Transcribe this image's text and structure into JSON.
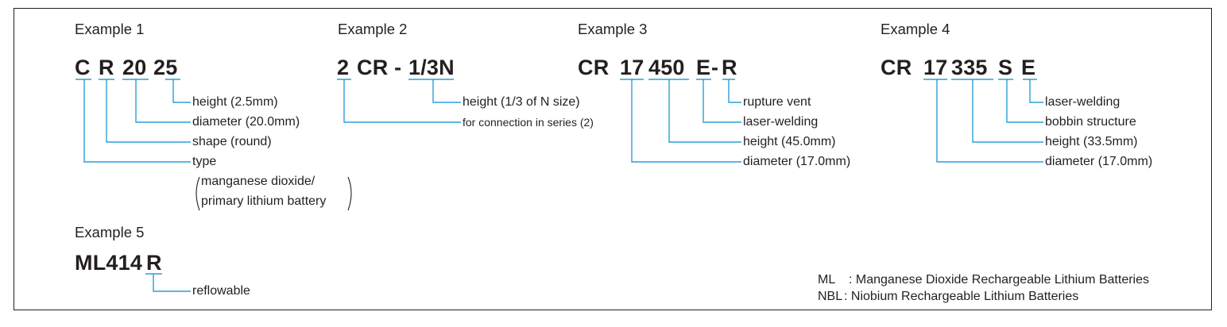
{
  "accent_color": "#2a9fd6",
  "examples": [
    {
      "heading": "Example 1",
      "code_parts": [
        "C",
        "R",
        "20",
        "25"
      ],
      "labels": [
        "height (2.5mm)",
        "diameter (20.0mm)",
        "shape (round)",
        "type"
      ],
      "note_lines": [
        "manganese dioxide/",
        "primary lithium battery"
      ]
    },
    {
      "heading": "Example 2",
      "code_parts": [
        "2",
        "CR -",
        "1/3N"
      ],
      "labels": [
        "height (1/3 of N size)",
        "for connection in series (2)"
      ]
    },
    {
      "heading": "Example 3",
      "code_parts": [
        "CR",
        "17",
        "450",
        "E",
        "-",
        "R"
      ],
      "labels": [
        "rupture vent",
        "laser-welding",
        "height (45.0mm)",
        "diameter (17.0mm)"
      ]
    },
    {
      "heading": "Example 4",
      "code_parts": [
        "CR",
        "17",
        "335",
        "S",
        "E"
      ],
      "labels": [
        "laser-welding",
        "bobbin structure",
        "height (33.5mm)",
        "diameter (17.0mm)"
      ]
    },
    {
      "heading": "Example 5",
      "code_parts": [
        "ML414",
        "R"
      ],
      "labels": [
        "reflowable"
      ]
    }
  ],
  "legend": [
    {
      "abbr": "ML",
      "text": ": Manganese Dioxide Rechargeable Lithium Batteries"
    },
    {
      "abbr": "NBL",
      "text": ": Niobium Rechargeable Lithium Batteries"
    }
  ]
}
